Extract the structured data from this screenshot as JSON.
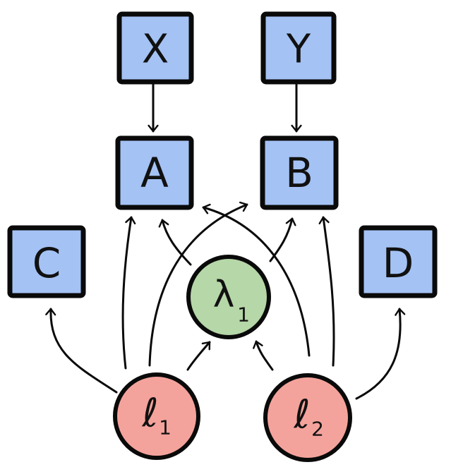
{
  "nodes": {
    "x": {
      "label": "X",
      "shape": "square"
    },
    "y": {
      "label": "Y",
      "shape": "square"
    },
    "a": {
      "label": "A",
      "shape": "square"
    },
    "b": {
      "label": "B",
      "shape": "square"
    },
    "c": {
      "label": "C",
      "shape": "square"
    },
    "d": {
      "label": "D",
      "shape": "square"
    },
    "lambda1": {
      "label": "λ",
      "subscript": "1",
      "shape": "circle"
    },
    "l1": {
      "label": "ℓ",
      "subscript": "1",
      "shape": "circle"
    },
    "l2": {
      "label": "ℓ",
      "subscript": "2",
      "shape": "circle"
    }
  },
  "edges": [
    {
      "from": "X",
      "to": "A"
    },
    {
      "from": "Y",
      "to": "B"
    },
    {
      "from": "ℓ1",
      "to": "C"
    },
    {
      "from": "ℓ1",
      "to": "A"
    },
    {
      "from": "ℓ1",
      "to": "B"
    },
    {
      "from": "ℓ1",
      "to": "λ1"
    },
    {
      "from": "ℓ2",
      "to": "λ1"
    },
    {
      "from": "ℓ2",
      "to": "A"
    },
    {
      "from": "ℓ2",
      "to": "B"
    },
    {
      "from": "ℓ2",
      "to": "D"
    },
    {
      "from": "λ1",
      "to": "A"
    },
    {
      "from": "λ1",
      "to": "B"
    }
  ],
  "colors": {
    "square_fill": "#a4c2f4",
    "latent_fill": "#b6d7a8",
    "source_fill": "#f4a39c",
    "outline": "#0a0a0a"
  }
}
